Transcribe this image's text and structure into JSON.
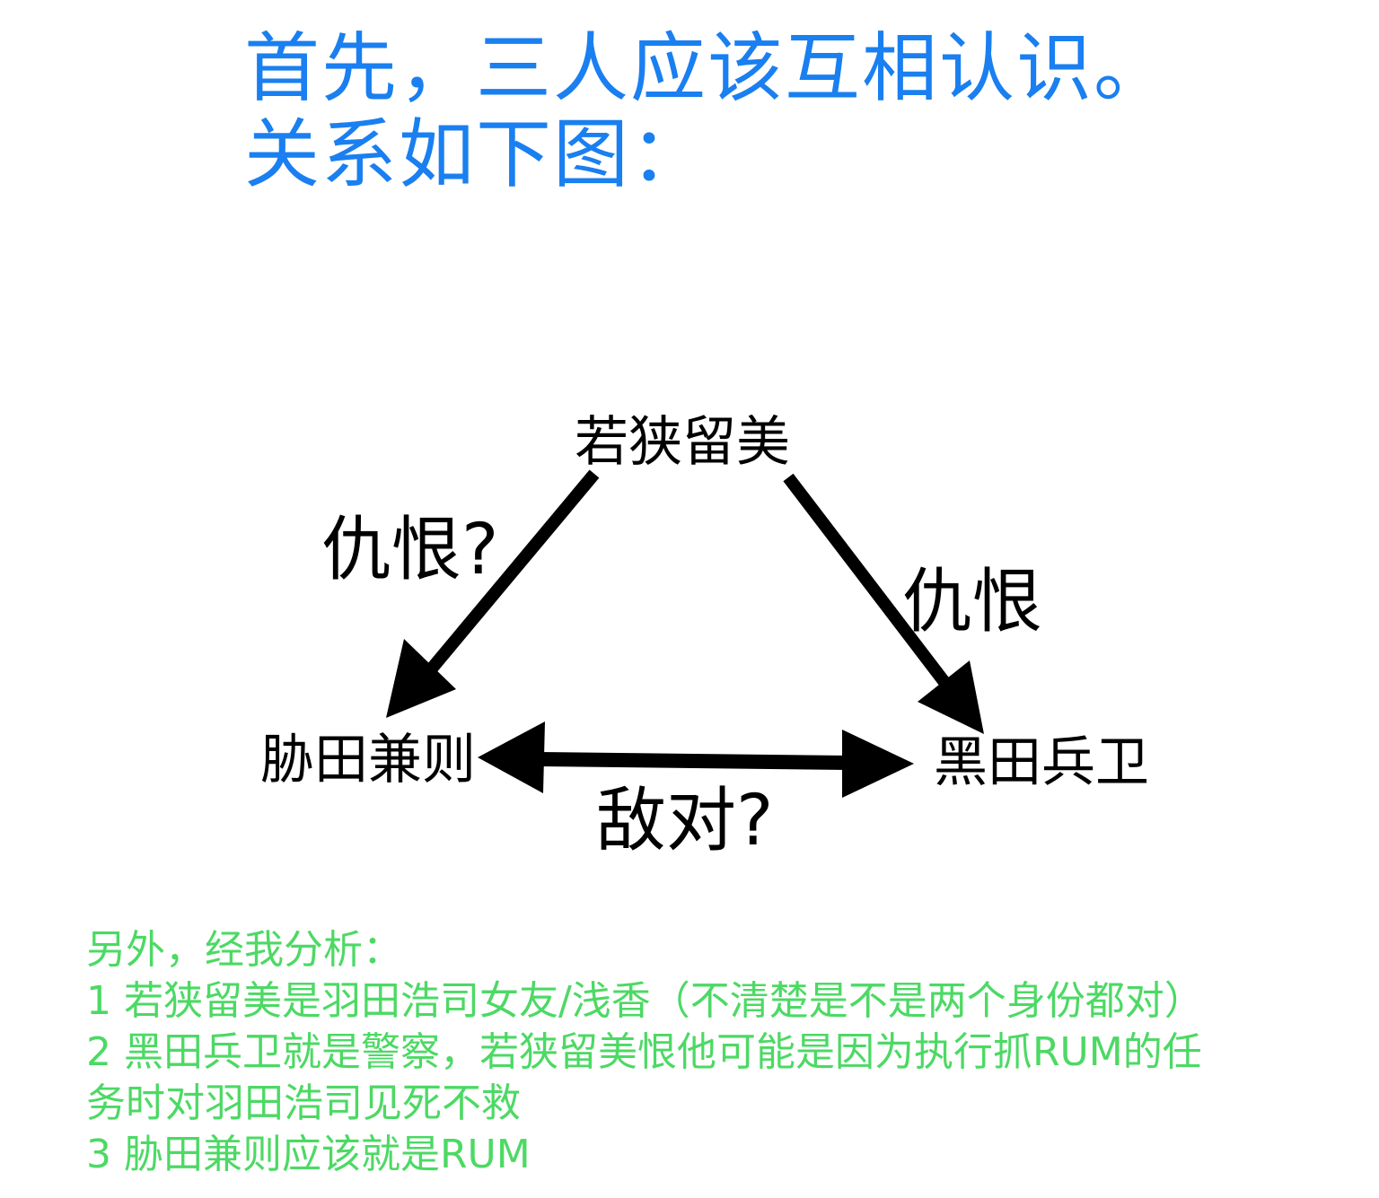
{
  "heading": {
    "line1": "首先，三人应该互相认识。",
    "line2": "关系如下图："
  },
  "diagram": {
    "nodes": {
      "top": "若狭留美",
      "left": "胁田兼则",
      "right": "黑田兵卫"
    },
    "edges": {
      "top_to_left": "仇恨?",
      "top_to_right": "仇恨",
      "left_right": "敌对?"
    }
  },
  "notes": {
    "intro": "另外，经我分析：",
    "line1": "1 若狭留美是羽田浩司女友/浅香（不清楚是不是两个身份都对）",
    "line2a": "2 黑田兵卫就是警察，若狭留美恨他可能是因为执行抓RUM的任",
    "line2b": "务时对羽田浩司见死不救",
    "line3": "3 胁田兼则应该就是RUM"
  },
  "colors": {
    "heading": "#1a7ff0",
    "notes": "#4cd964",
    "diagram": "#000000"
  }
}
